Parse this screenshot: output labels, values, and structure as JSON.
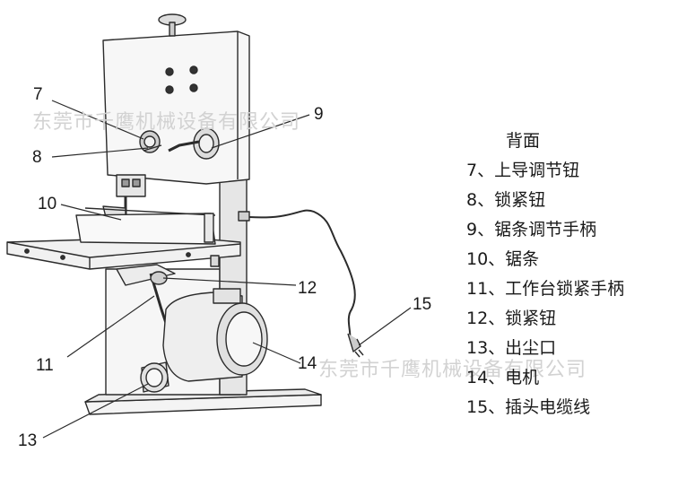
{
  "watermark": "东莞市千鹰机械设备有限公司",
  "callouts": [
    "7",
    "8",
    "9",
    "10",
    "11",
    "12",
    "13",
    "14",
    "15"
  ],
  "legend": {
    "title": "背面",
    "items": [
      "7、上导调节钮",
      "8、锁紧钮",
      "9、锯条调节手柄",
      "10、锯条",
      "11、工作台锁紧手柄",
      "12、锁紧钮",
      "13、出尘口",
      "14、电机",
      "15、插头电缆线"
    ]
  },
  "colors": {
    "line": "#2b2b2b",
    "fill": "#f2f2f2",
    "shade": "#d9d9d9",
    "watermark": "#d2d2d2"
  }
}
